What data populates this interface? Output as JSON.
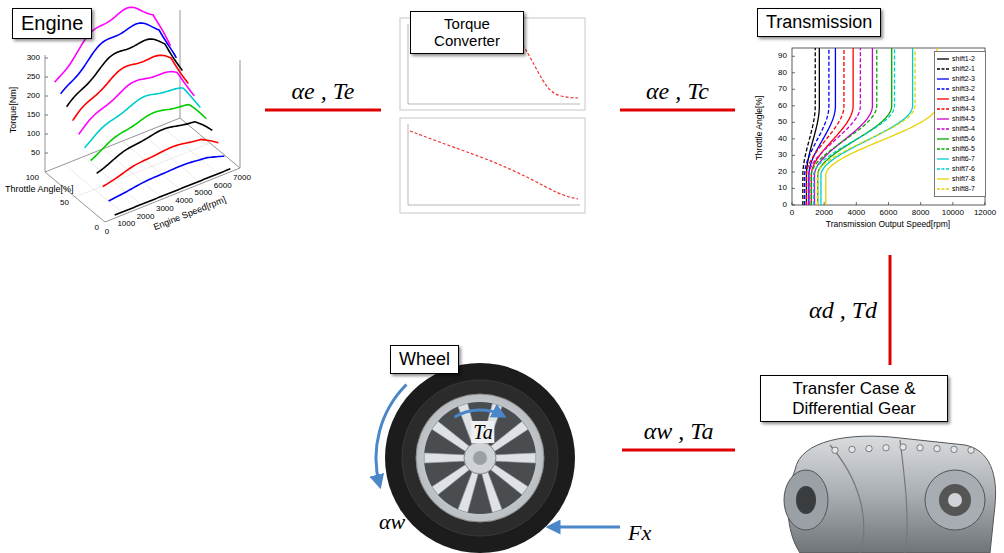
{
  "diagram": {
    "nodes": [
      {
        "text": [
          "Engine"
        ]
      },
      {
        "text": [
          "Torque Converter"
        ]
      },
      {
        "text": [
          "Transmission"
        ]
      },
      {
        "text": [
          "Wheel"
        ]
      },
      {
        "text": [
          "Transfer Case & Differential Gear"
        ]
      }
    ],
    "edges": [
      {
        "from": 0,
        "to": 1,
        "label": "αe , Te",
        "arrow": "none"
      },
      {
        "from": 1,
        "to": 2,
        "label": "αe , Tc",
        "arrow": "none"
      },
      {
        "from": 2,
        "to": 4,
        "label": "αd , Td",
        "arrow": "none"
      },
      {
        "from": 4,
        "to": 3,
        "label": "αw , Ta",
        "arrow": "none"
      }
    ],
    "labels": [
      "Torque[Nm]",
      "50",
      "100",
      "150",
      "200",
      "250",
      "300",
      "100",
      "50",
      "0",
      "Throttle Angle[%]",
      "0",
      "1000",
      "2000",
      "3000",
      "4000",
      "5000",
      "6000",
      "7000",
      "Engine Speed[rpm]",
      "Throttle Angle[%]",
      "0",
      "10",
      "20",
      "30",
      "40",
      "50",
      "60",
      "70",
      "80",
      "90",
      "0",
      "2000",
      "4000",
      "6000",
      "8000",
      "10000",
      "12000",
      "Transmission Output Speed[rpm]",
      "Ta",
      "αw",
      "Fx"
    ],
    "legend": [
      {
        "text": "shift1-2"
      },
      {
        "text": "shift2-1"
      },
      {
        "text": "shift2-3"
      },
      {
        "text": "shift3-2"
      },
      {
        "text": "shift3-4"
      },
      {
        "text": "shift4-3"
      },
      {
        "text": "shift4-5"
      },
      {
        "text": "shift5-4"
      },
      {
        "text": "shift5-6"
      },
      {
        "text": "shift6-5"
      },
      {
        "text": "shift6-7"
      },
      {
        "text": "shift7-6"
      },
      {
        "text": "shift7-8"
      },
      {
        "text": "shift8-7"
      }
    ]
  }
}
